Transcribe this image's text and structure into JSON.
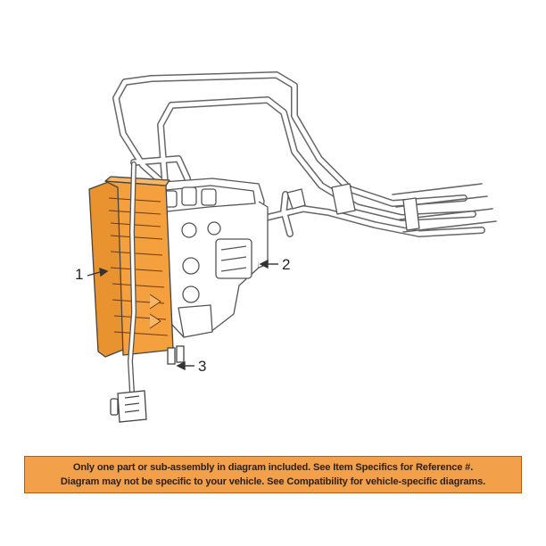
{
  "diagram": {
    "callouts": [
      {
        "number": "1"
      },
      {
        "number": "2"
      },
      {
        "number": "3"
      }
    ],
    "highlight_color": "#f5a03e",
    "line_color": "#555555"
  },
  "notice": {
    "line1": "Only one part or sub-assembly in diagram included. See Item Specifics for Reference #.",
    "line2": "Diagram may not be specific to your vehicle. See Compatibility for vehicle-specific diagrams.",
    "background_color": "#f2a04a"
  }
}
